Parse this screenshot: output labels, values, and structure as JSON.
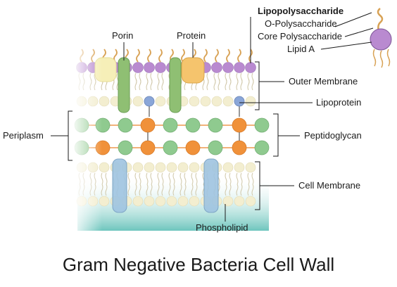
{
  "title": "Gram Negative Bacteria Cell Wall",
  "labels": {
    "lipopolysaccharide": "Lipopolysaccharide",
    "o_polysaccharide": "O-Polysaccharide",
    "core_polysaccharide": "Core Polysaccharide",
    "lipid_a": "Lipid A",
    "porin": "Porin",
    "protein": "Protein",
    "outer_membrane": "Outer Membrane",
    "lipoprotein": "Lipoprotein",
    "periplasm": "Periplasm",
    "peptidoglycan": "Peptidoglycan",
    "cell_membrane": "Cell Membrane",
    "phospholipid": "Phospholipid"
  },
  "colors": {
    "lps_head": "#b98ad0",
    "lps_tail": "#d8a255",
    "lipid_head": "#f3eed0",
    "porin": "#8fbf73",
    "protein": "#f5c46d",
    "lipoprotein": "#8aa6d8",
    "peptidoglycan_orange": "#f0913a",
    "peptidoglycan_green": "#8fca8f",
    "membrane_protein": "#9ec3e0",
    "cytoplasm": "#5dbfb6"
  }
}
